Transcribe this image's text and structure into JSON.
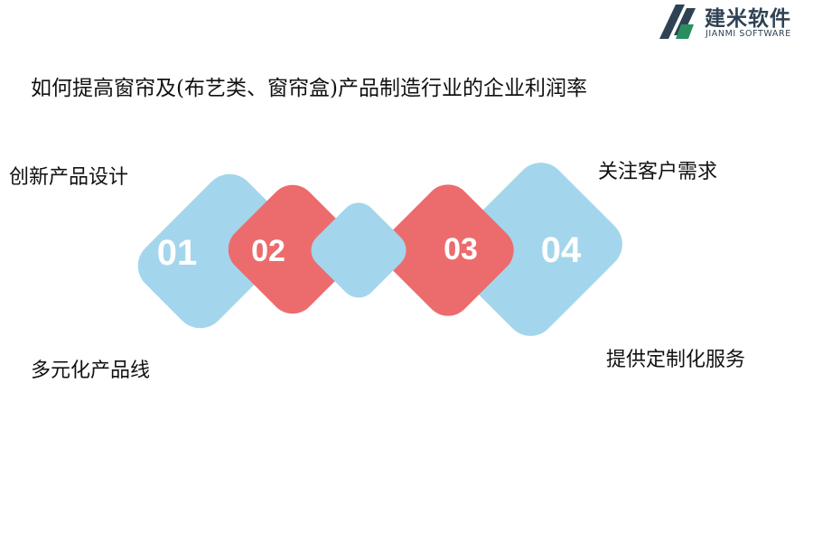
{
  "brand": {
    "name": "建米软件",
    "subtitle": "JIANMI SOFTWARE"
  },
  "title": "如何提高窗帘及(布艺类、窗帘盒)产品制造行业的企业利润率",
  "items": [
    {
      "number": "01",
      "label": "创新产品设计"
    },
    {
      "number": "02",
      "label": "多元化产品线"
    },
    {
      "number": "03",
      "label": "关注客户需求"
    },
    {
      "number": "04",
      "label": "提供定制化服务"
    }
  ],
  "colors": {
    "blue": "#a3d6ec",
    "red": "#ec6c6e",
    "text": "#111111",
    "brand": "#2f4254"
  }
}
